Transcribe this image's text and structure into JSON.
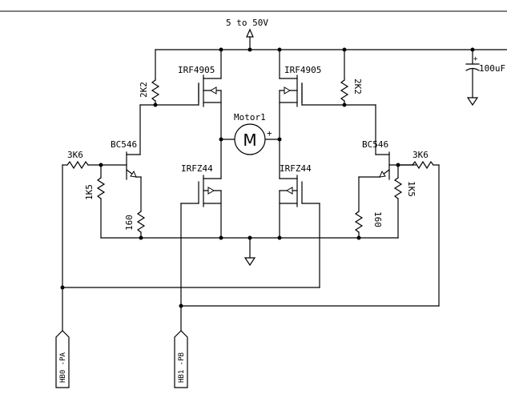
{
  "supply_label": "5 to 50V",
  "capacitor_label": "100uF",
  "motor_label": "Motor1",
  "motor_symbol": "M",
  "motor_plus": "+",
  "pmos_left": "IRF4905",
  "pmos_right": "IRF4905",
  "nmos_left": "IRFZ44",
  "nmos_right": "IRFZ44",
  "bjt_left": "BC546",
  "bjt_right": "BC546",
  "r_pullup_left": "2K2",
  "r_pullup_right": "2K2",
  "r_base_left": "3K6",
  "r_base_right": "3K6",
  "r_be_left": "1K5",
  "r_be_right": "1K5",
  "r_emitter_left": "160",
  "r_emitter_right": "160",
  "port_a": "HB0 -PA",
  "port_b": "HB1 -PB"
}
